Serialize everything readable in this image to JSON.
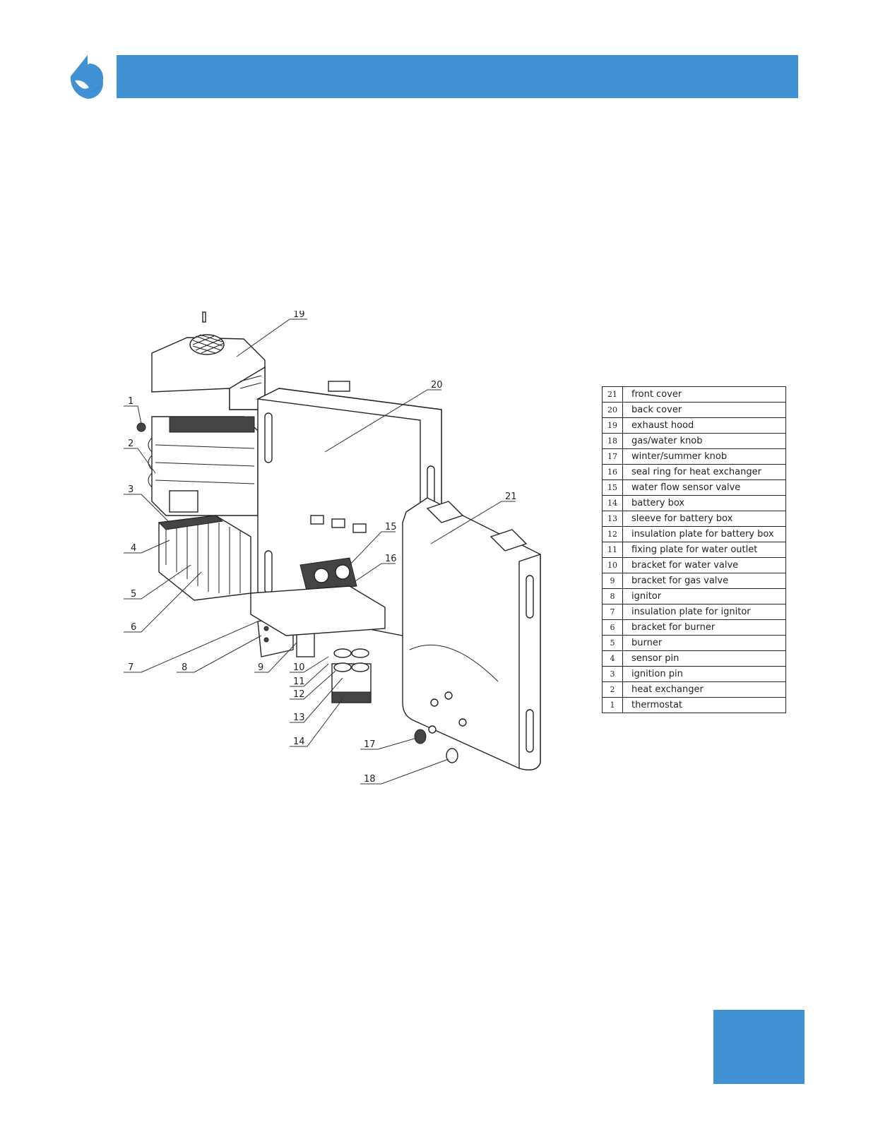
{
  "brand": {
    "accent_color": "#4192d4",
    "logo_icon": "drop-logo-icon"
  },
  "diagram": {
    "callouts": [
      "1",
      "2",
      "3",
      "4",
      "5",
      "6",
      "7",
      "8",
      "9",
      "10",
      "11",
      "12",
      "13",
      "14",
      "15",
      "16",
      "17",
      "18",
      "19",
      "20",
      "21"
    ]
  },
  "parts_legend": [
    {
      "number": "21",
      "name": "front cover"
    },
    {
      "number": "20",
      "name": "back cover"
    },
    {
      "number": "19",
      "name": "exhaust hood"
    },
    {
      "number": "18",
      "name": "gas/water knob"
    },
    {
      "number": "17",
      "name": "winter/summer knob"
    },
    {
      "number": "16",
      "name": "seal ring for heat exchanger"
    },
    {
      "number": "15",
      "name": "water flow sensor valve"
    },
    {
      "number": "14",
      "name": "battery box"
    },
    {
      "number": "13",
      "name": "sleeve for battery box"
    },
    {
      "number": "12",
      "name": "insulation plate for battery box"
    },
    {
      "number": "11",
      "name": "fixing plate for water outlet"
    },
    {
      "number": "10",
      "name": "bracket for water valve"
    },
    {
      "number": "9",
      "name": "bracket for gas valve"
    },
    {
      "number": "8",
      "name": "ignitor"
    },
    {
      "number": "7",
      "name": "insulation plate for ignitor"
    },
    {
      "number": "6",
      "name": "bracket for burner"
    },
    {
      "number": "5",
      "name": "burner"
    },
    {
      "number": "4",
      "name": "sensor pin"
    },
    {
      "number": "3",
      "name": "ignition pin"
    },
    {
      "number": "2",
      "name": "heat exchanger"
    },
    {
      "number": "1",
      "name": "thermostat"
    }
  ]
}
